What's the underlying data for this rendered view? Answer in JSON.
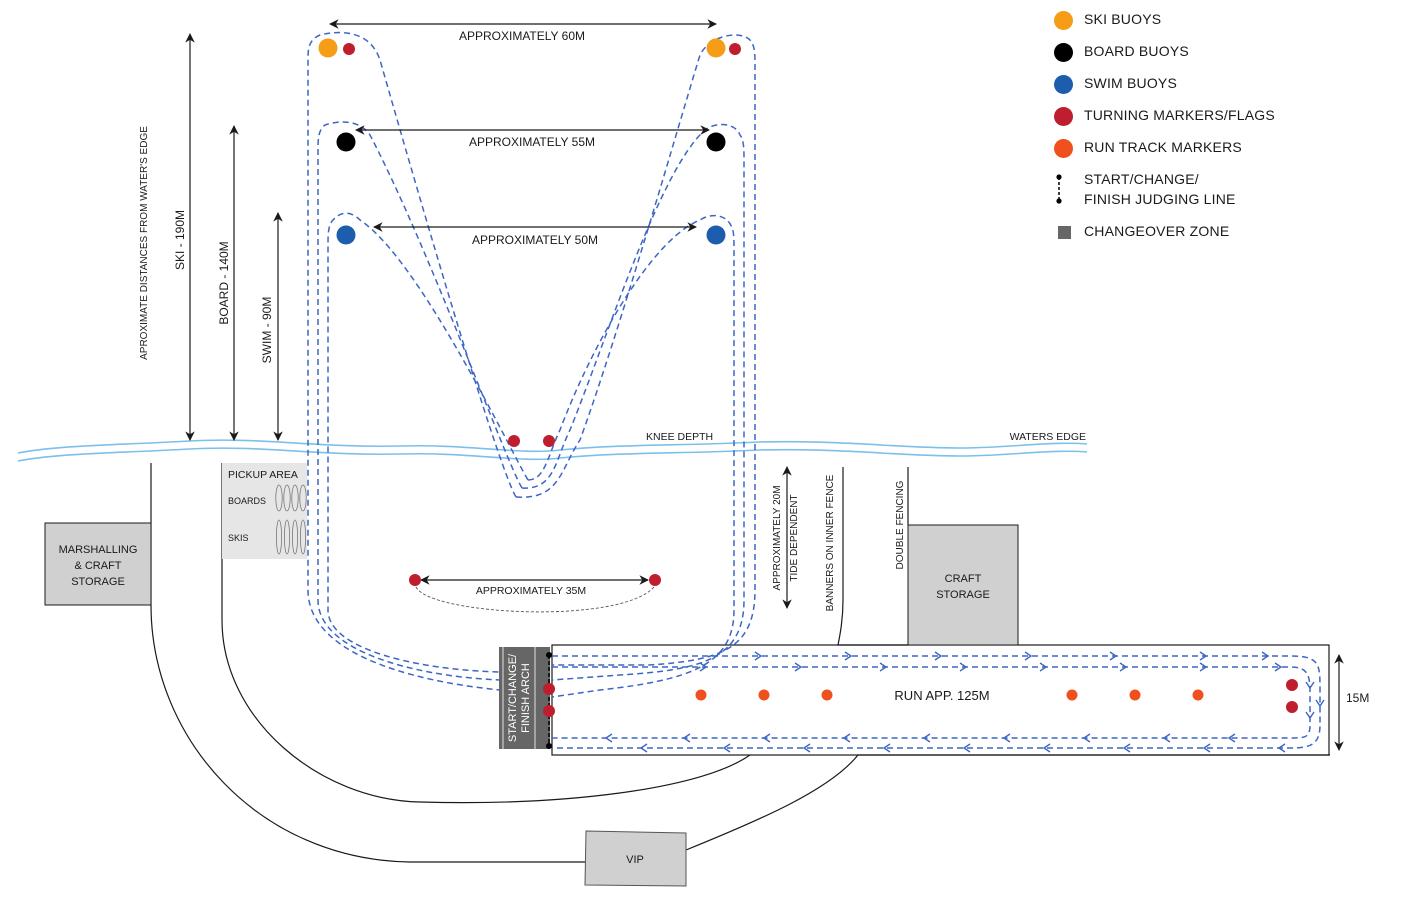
{
  "colors": {
    "ski_buoy": "#F59D16",
    "board_buoy": "#000000",
    "swim_buoy": "#1C5DAE",
    "turning_marker": "#BE1E2D",
    "run_marker": "#F0501E",
    "course_line": "#3D66C4",
    "water": "#7CC0EA",
    "changeover": "#666666",
    "area_fill": "#D0D0D0"
  },
  "legend": {
    "items": [
      {
        "id": "ski",
        "symbol": "circle",
        "color_key": "ski_buoy",
        "label": "SKI BUOYS"
      },
      {
        "id": "board",
        "symbol": "circle",
        "color_key": "board_buoy",
        "label": "BOARD BUOYS"
      },
      {
        "id": "swim",
        "symbol": "circle",
        "color_key": "swim_buoy",
        "label": "SWIM BUOYS"
      },
      {
        "id": "turning",
        "symbol": "circle",
        "color_key": "turning_marker",
        "label": "TURNING MARKERS/FLAGS"
      },
      {
        "id": "run",
        "symbol": "circle",
        "color_key": "run_marker",
        "label": "RUN TRACK MARKERS"
      },
      {
        "id": "judging",
        "symbol": "judging-line",
        "label_line1": "START/CHANGE/",
        "label_line2": "FINISH JUDGING LINE"
      },
      {
        "id": "changeover",
        "symbol": "square",
        "color_key": "changeover",
        "label": "CHANGEOVER ZONE"
      }
    ]
  },
  "distances": {
    "ski_width": "APPROXIMATELY 60M",
    "board_width": "APPROXIMATELY 55M",
    "swim_width": "APPROXIMATELY 50M",
    "beach_turn": "APPROXIMATELY 35M",
    "tide_line1": "APPROXIMATELY 20M",
    "tide_line2": "TIDE DEPENDENT",
    "run_length": "RUN APP. 125M",
    "run_width": "15M"
  },
  "depth_labels": {
    "heading": "APROXIMATE DISTANCES FROM WATER'S EDGE",
    "ski": "SKI - 190M",
    "board": "BOARD - 140M",
    "swim": "SWIM - 90M"
  },
  "water_labels": {
    "knee_depth": "KNEE DEPTH",
    "waters_edge": "WATERS EDGE"
  },
  "areas": {
    "pickup_title": "PICKUP AREA",
    "pickup_boards": "BOARDS",
    "pickup_skis": "SKIS",
    "marshalling_line1": "MARSHALLING",
    "marshalling_line2": "& CRAFT",
    "marshalling_line3": "STORAGE",
    "craft_line1": "CRAFT",
    "craft_line2": "STORAGE",
    "vip": "VIP",
    "arch_line1": "START/CHANGE/",
    "arch_line2": "FINISH ARCH",
    "banners": "BANNERS ON INNER FENCE",
    "double_fencing": "DOUBLE FENCING"
  }
}
